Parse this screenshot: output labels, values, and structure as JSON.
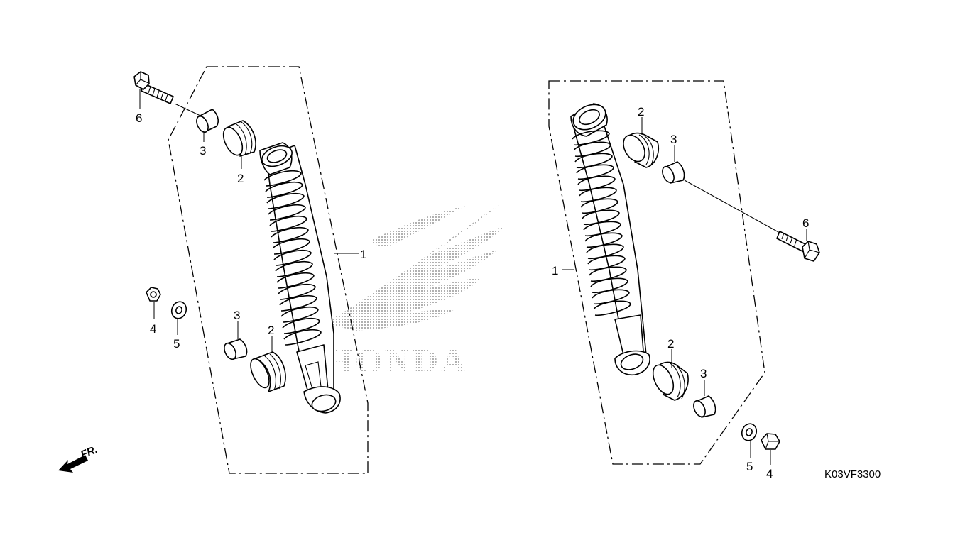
{
  "diagram": {
    "drawing_code": "K03VF3300",
    "front_indicator": "FR.",
    "watermark_brand": "HONDA",
    "callouts": {
      "left": [
        "6",
        "3",
        "2",
        "1",
        "4",
        "5",
        "3",
        "2"
      ],
      "right": [
        "2",
        "3",
        "6",
        "1",
        "2",
        "3",
        "5",
        "4"
      ]
    }
  }
}
